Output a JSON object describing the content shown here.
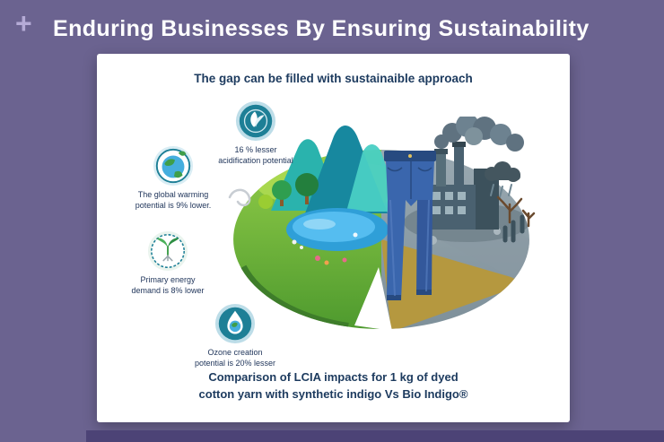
{
  "slide": {
    "title": "Enduring Businesses By Ensuring Sustainability",
    "plus_glyph": "+",
    "background_color": "#6b6390",
    "footer_bar_color": "#4c4376"
  },
  "infographic": {
    "heading": "The gap can be filled with sustainaible approach",
    "stats": [
      {
        "id": "acidification",
        "icon": "leaf-badge-icon",
        "lines": [
          "16 % lesser",
          "acidification potential"
        ]
      },
      {
        "id": "global-warming",
        "icon": "globe-badge-icon",
        "lines": [
          "The global warming",
          "potential is 9% lower."
        ]
      },
      {
        "id": "primary-energy",
        "icon": "seedling-badge-icon",
        "lines": [
          "Primary energy",
          "demand is 8% lower"
        ]
      },
      {
        "id": "ozone",
        "icon": "ozone-drop-badge-icon",
        "lines": [
          "Ozone creation",
          "potential is 20% lesser"
        ]
      }
    ],
    "caption_lines": [
      "Comparison of LCIA impacts for 1 kg of dyed",
      "cotton yarn with synthetic indigo Vs Bio Indigo®"
    ],
    "scene_legend": {
      "left_half": "green-sustainable-landscape",
      "right_half": "grey-polluted-industrial-landscape",
      "center": "denim-jeans",
      "accent_teal": "#1d7f96",
      "text_navy": "#1c3a5e",
      "denim_blue": "#3a66ad"
    }
  }
}
